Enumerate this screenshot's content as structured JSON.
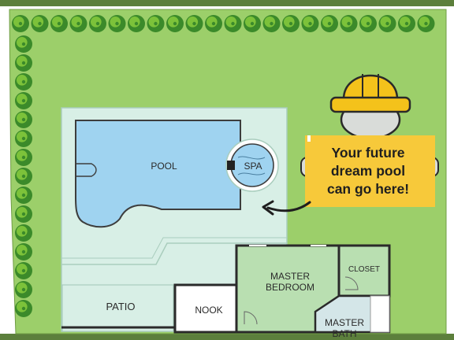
{
  "colors": {
    "frame": "#5c7f3c",
    "lawn": "#9ccf6a",
    "lawn_edge": "#6f9c44",
    "tree_dark": "#3b8a2a",
    "tree_light": "#7cc23a",
    "deck": "#d8efe6",
    "deck_line": "#a9cdbd",
    "pool_water": "#9fd3f0",
    "pool_edge": "#3d3d3d",
    "room_fill": "#b9dfb1",
    "room_wall": "#2a2a2a",
    "helmet": "#f4c21b",
    "sign": "#f7c93a",
    "face": "#d9dcd9"
  },
  "labels": {
    "pool": "POOL",
    "spa": "SPA",
    "patio": "PATIO",
    "nook": "NOOK",
    "master_bedroom_line1": "MASTER",
    "master_bedroom_line2": "BEDROOM",
    "closet": "CLOSET",
    "master_bath_line1": "MASTER",
    "master_bath_line2": "BATH"
  },
  "sign": {
    "line1": "Your future",
    "line2": "dream pool",
    "line3": "can go here!"
  },
  "icons": {
    "mascot": "construction-worker-icon",
    "arrow": "curved-arrow-icon",
    "tree": "tree-icon"
  }
}
